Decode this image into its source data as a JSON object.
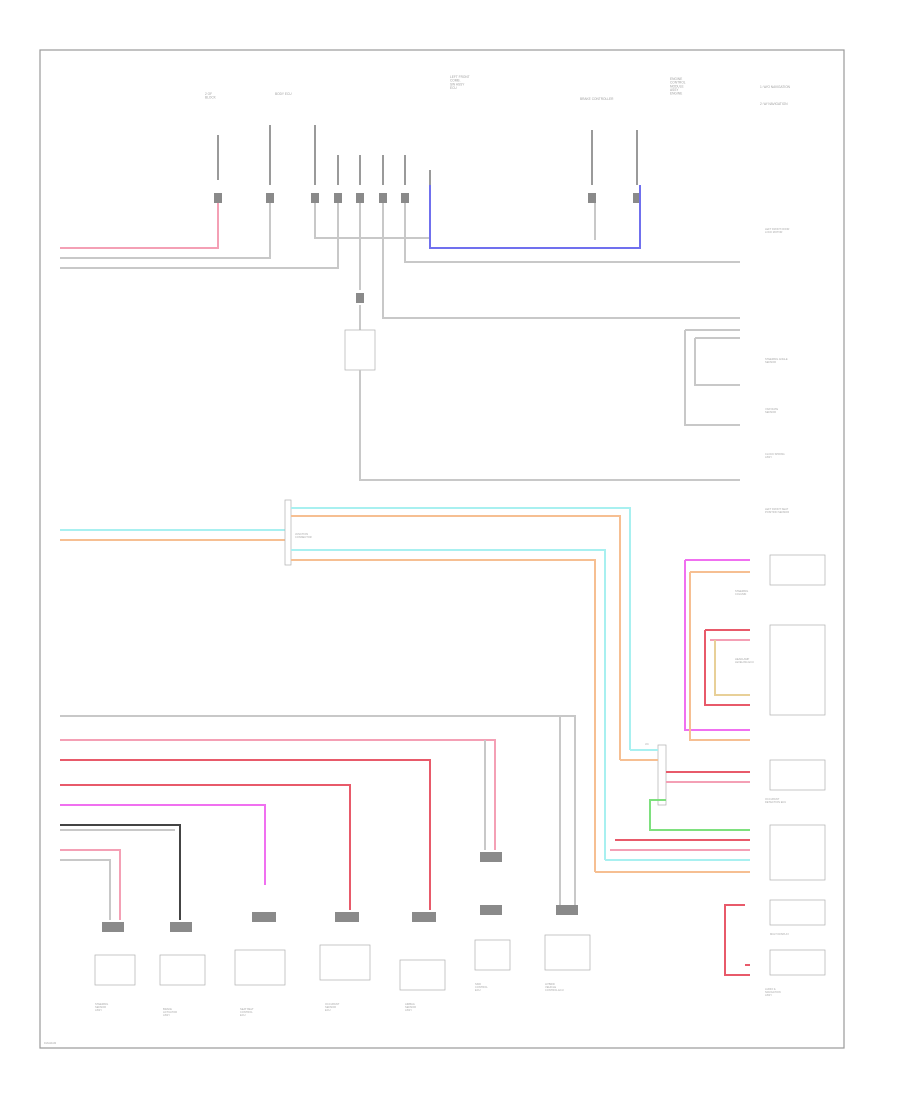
{
  "diagram": {
    "page_code": "DIAGRAM",
    "legend": {
      "item1": "1: W/O NAVIGATION",
      "item2": "2: W/ NAVIGATION"
    },
    "top": {
      "fuse_label": "2 OF\nBLOCK",
      "junction_label": "BODY ECU",
      "engine_label": "LEFT FRONT\nCOMB.\nSW ASSY\nECU",
      "brake_label": "BRAKE CONTROLLER",
      "ecm_label": "ENGINE\nCONTROL\nMODULE\nASSY\nENGINE"
    },
    "right_components": [
      "LEFT FRONT DOOR\nLOCK MOTOR",
      "STEERING ANGLE\nSENSOR",
      "YAW RATE\nSENSOR",
      "CLOCK SPRING\nASSY",
      "LEFT FRONT SEAT\nPOSITION SENSOR",
      "STEERING\nCOLUMN",
      "HEADLAMP\nLEVELING ECU",
      "OCCUPANT\nDETECTION ECU",
      "MULTI DISPLAY",
      "AUDIO &\nNAVIGATION\nASSY"
    ],
    "bottom_components": [
      "STEERING\nSENSOR\nASSY",
      "BRAKE\nACTUATOR\nASSY",
      "SEAT BELT\nCONTROL\nECU",
      "OCCUPANT\nSENSOR\nECU",
      "AIRBAG\nSENSOR\nASSY",
      "SKID\nCONTROL\nECU",
      "HYBRID\nVEHICLE\nCONTROL ECU"
    ],
    "connector_labels": {
      "center_joint": "J/C",
      "jc_label": "JUNCTION\nCONNECTOR"
    }
  }
}
